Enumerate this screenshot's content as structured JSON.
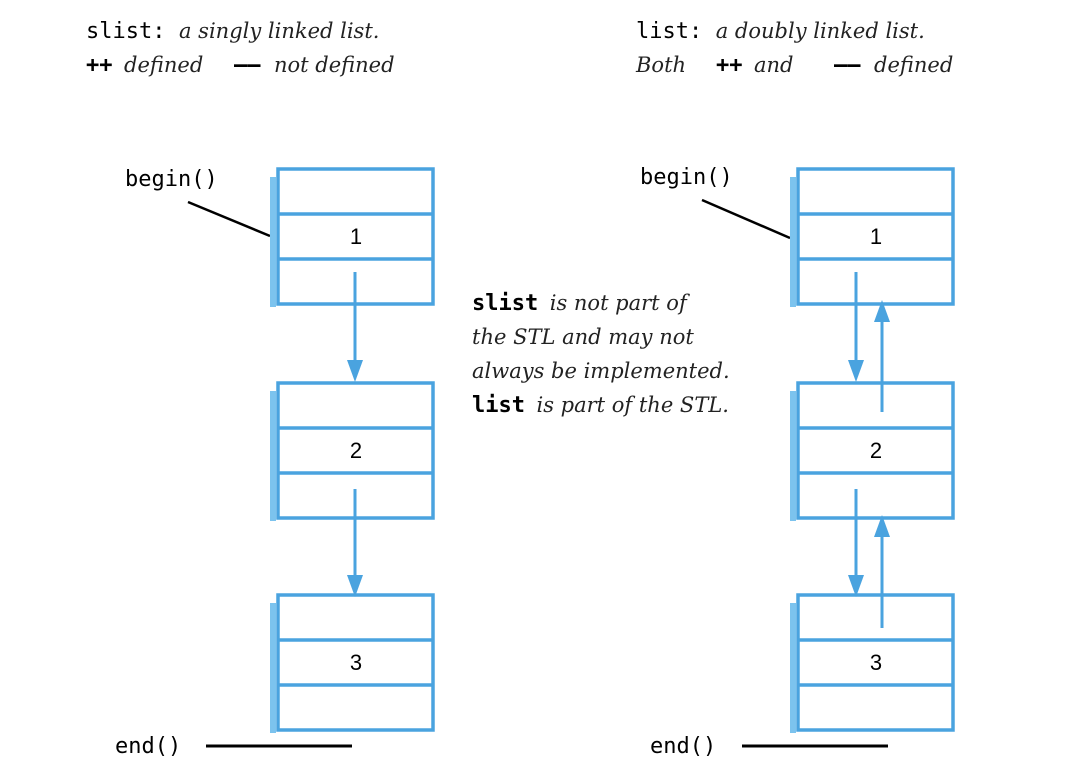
{
  "slist_header": {
    "name": "slist:",
    "description": "a singly linked list.",
    "plusplus": "++",
    "plusplus_text": "defined",
    "minusminus": "––",
    "minusminus_text": "not defined"
  },
  "list_header": {
    "name": "list:",
    "description": "a doubly linked list.",
    "both": "Both",
    "plusplus": "++",
    "and_text": "and",
    "minusminus": "––",
    "minusminus_text": "defined"
  },
  "slist_diagram": {
    "begin_label": "begin()",
    "end_label": "end()",
    "nodes": [
      "1",
      "2",
      "3"
    ]
  },
  "list_diagram": {
    "begin_label": "begin()",
    "end_label": "end()",
    "nodes": [
      "1",
      "2",
      "3"
    ]
  },
  "note": {
    "slist_keyword": "slist",
    "line1_rest": "is not part of",
    "line2": "the STL and may not",
    "line3": "always be implemented.",
    "list_keyword": "list",
    "line4_rest": "is part of the STL."
  },
  "colors": {
    "node_border": "#4aa3df",
    "node_shadow": "#7cc3ee",
    "arrow": "#4aa3df",
    "text": "#000000"
  }
}
